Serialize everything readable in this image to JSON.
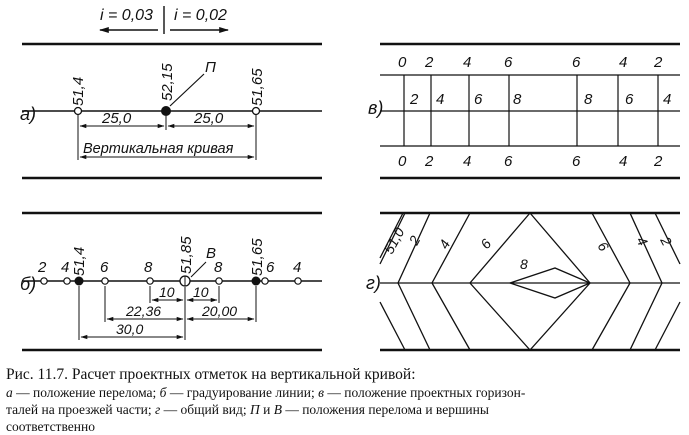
{
  "figure": {
    "top_slopes": {
      "left": "i = 0,03",
      "right": "i = 0,02"
    },
    "panel_a": {
      "label": "а)",
      "points": [
        "51,4",
        "52,15",
        "51,65"
      ],
      "peak_label": "П",
      "distances": [
        "25,0",
        "25,0"
      ],
      "curve_label": "Вертикальная кривая"
    },
    "panel_b": {
      "label": "б)",
      "top_numbers": [
        "2",
        "4",
        "51,4",
        "6",
        "8",
        "51,85",
        "8",
        "51,65",
        "6",
        "4"
      ],
      "vertex_label": "В",
      "dims": [
        "10",
        "10",
        "22,36",
        "20,00",
        "30,0"
      ]
    },
    "panel_v": {
      "label": "в)",
      "top_row": [
        "0",
        "2",
        "4",
        "6",
        "6",
        "4",
        "2"
      ],
      "mid_row": [
        "2",
        "4",
        "6",
        "8",
        "8",
        "6",
        "4"
      ],
      "bottom_row": [
        "0",
        "2",
        "4",
        "6",
        "6",
        "4",
        "2"
      ]
    },
    "panel_g": {
      "label": "г)",
      "contours": [
        "51,0",
        "2",
        "4",
        "6",
        "8",
        "6",
        "4",
        "2"
      ]
    }
  },
  "caption": {
    "title": "Рис. 11.7. Расчет проектных отметок на вертикальной кривой:",
    "line2": {
      "a": "а",
      "a_text": " — положение перелома; ",
      "b": "б",
      "b_text": " — градуирование линии; ",
      "v": "в",
      "v_text": " — положение проектных горизон-"
    },
    "line3": {
      "text1": "талей на проезжей части; ",
      "g": "г",
      "g_text": " — общий вид; ",
      "p": "П",
      "p_text": " и ",
      "vv": "В",
      "vv_text": " — положения перелома и вершины"
    },
    "line4": "соответственно"
  }
}
